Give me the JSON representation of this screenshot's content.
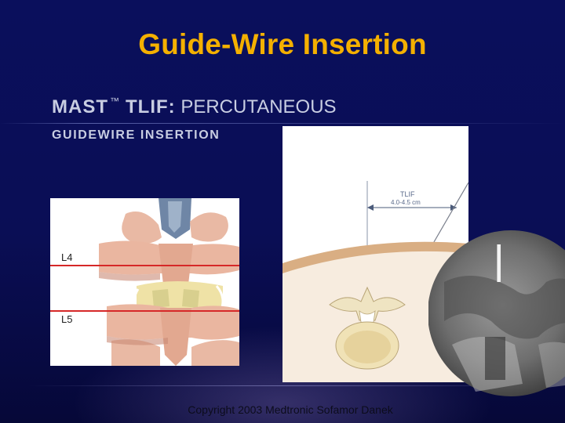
{
  "slide": {
    "title": "Guide-Wire Insertion",
    "subtitle": {
      "mast": "MAST",
      "trademark": "™",
      "tlif": "TLIF:",
      "rest": "PERCUTANEOUS"
    },
    "subtitle_line2": "GUIDEWIRE INSERTION",
    "copyright": "Copyright 2003 Medtronic Sofamor Danek"
  },
  "left_illustration": {
    "level_upper": "L4",
    "level_lower": "L5"
  },
  "right_illustration": {
    "label_line1": "TLIF",
    "label_line2": "4.0-4.5 cm"
  },
  "colors": {
    "background": "#0a0f5c",
    "title": "#f4b000",
    "subtitle": "#c8cde2",
    "level_line": "#d62828"
  }
}
